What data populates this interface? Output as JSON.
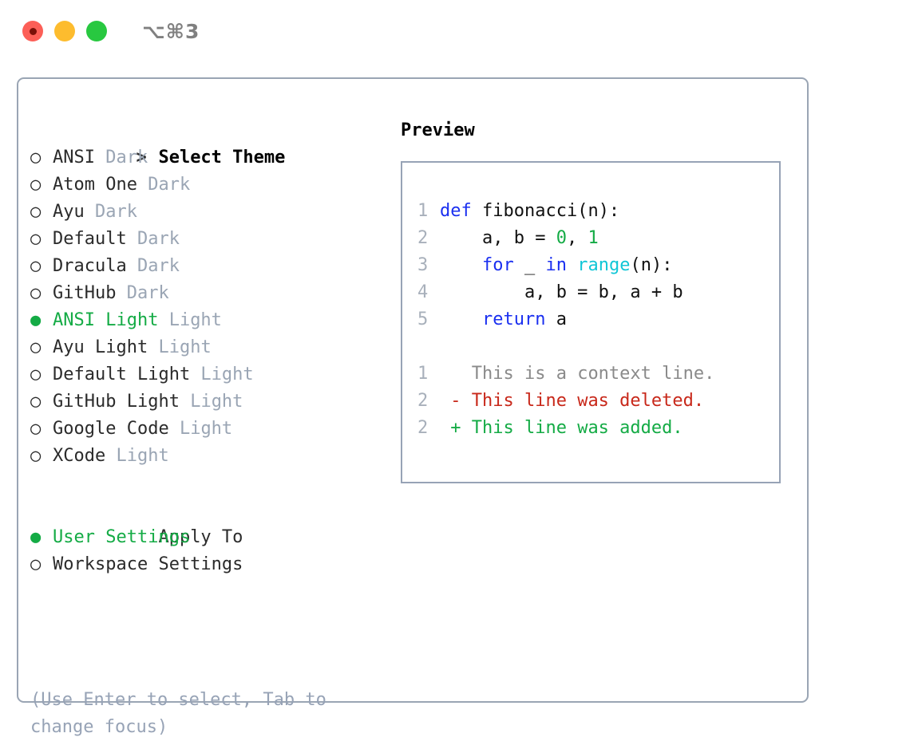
{
  "window": {
    "shortcut": "⌥⌘3",
    "traffic_lights": [
      {
        "name": "close",
        "color": "#fc5f57"
      },
      {
        "name": "minimize",
        "color": "#fdbc2e"
      },
      {
        "name": "zoom",
        "color": "#28c840"
      }
    ]
  },
  "theme_list": {
    "header_marker": ">",
    "header": "Select Theme",
    "marker_selected": "●",
    "marker_unselected": "○",
    "items": [
      {
        "label": "ANSI",
        "tag": "Dark",
        "selected": false
      },
      {
        "label": "Atom One",
        "tag": "Dark",
        "selected": false
      },
      {
        "label": "Ayu",
        "tag": "Dark",
        "selected": false
      },
      {
        "label": "Default",
        "tag": "Dark",
        "selected": false
      },
      {
        "label": "Dracula",
        "tag": "Dark",
        "selected": false
      },
      {
        "label": "GitHub",
        "tag": "Dark",
        "selected": false
      },
      {
        "label": "ANSI Light",
        "tag": "Light",
        "selected": true
      },
      {
        "label": "Ayu Light",
        "tag": "Light",
        "selected": false
      },
      {
        "label": "Default Light",
        "tag": "Light",
        "selected": false
      },
      {
        "label": "GitHub Light",
        "tag": "Light",
        "selected": false
      },
      {
        "label": "Google Code",
        "tag": "Light",
        "selected": false
      },
      {
        "label": "XCode",
        "tag": "Light",
        "selected": false
      }
    ]
  },
  "apply_to": {
    "header": "Apply To",
    "items": [
      {
        "label": "User Settings",
        "selected": true
      },
      {
        "label": "Workspace Settings",
        "selected": false
      }
    ]
  },
  "hint": "(Use Enter to select, Tab to change focus)",
  "preview": {
    "title": "Preview",
    "code_lines": [
      {
        "no": "1",
        "tokens": [
          {
            "t": "def",
            "c": "kw"
          },
          {
            "t": " fibonacci(n):",
            "c": "id"
          }
        ]
      },
      {
        "no": "2",
        "tokens": [
          {
            "t": "    a, b = ",
            "c": "id"
          },
          {
            "t": "0",
            "c": "num"
          },
          {
            "t": ", ",
            "c": "id"
          },
          {
            "t": "1",
            "c": "num"
          }
        ]
      },
      {
        "no": "3",
        "tokens": [
          {
            "t": "    ",
            "c": "id"
          },
          {
            "t": "for",
            "c": "kw"
          },
          {
            "t": " _ ",
            "c": "id"
          },
          {
            "t": "in",
            "c": "kw"
          },
          {
            "t": " ",
            "c": "id"
          },
          {
            "t": "range",
            "c": "bi"
          },
          {
            "t": "(n):",
            "c": "id"
          }
        ]
      },
      {
        "no": "4",
        "tokens": [
          {
            "t": "        a, b = b, a + b",
            "c": "id"
          }
        ]
      },
      {
        "no": "5",
        "tokens": [
          {
            "t": "    ",
            "c": "id"
          },
          {
            "t": "return",
            "c": "kw"
          },
          {
            "t": " a",
            "c": "id"
          }
        ]
      }
    ],
    "diff_lines": [
      {
        "no": "1",
        "sign": " ",
        "text": " This is a context line.",
        "kind": "ctx"
      },
      {
        "no": "2",
        "sign": "-",
        "text": " This line was deleted.",
        "kind": "del"
      },
      {
        "no": "2",
        "sign": "+",
        "text": " This line was added.",
        "kind": "add"
      }
    ]
  },
  "colors": {
    "accent_green": "#14ab45",
    "muted": "#9aa5b4",
    "hint": "#97a3b6",
    "border": "#97a3b6",
    "keyword": "#1a2ff0",
    "builtin": "#10c6d6",
    "number": "#14ab45",
    "deleted": "#c8281a",
    "added": "#14ab45",
    "context": "#8a8a8a",
    "lineno": "#a8b0bb"
  }
}
